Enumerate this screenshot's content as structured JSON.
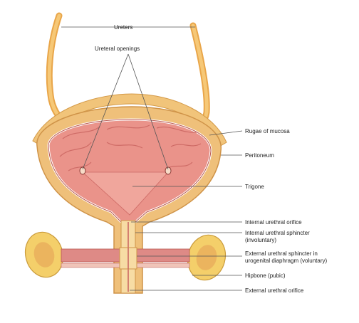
{
  "labels": {
    "ureters": "Ureters",
    "ureteral_openings": "Ureteral openings",
    "rugae": "Rugae of mucosa",
    "peritoneum": "Peritoneum",
    "trigone": "Trigone",
    "internal_orifice": "Internal urethral orifice",
    "internal_sphincter_1": "Internal urethral sphincter",
    "internal_sphincter_2": "(involuntary)",
    "external_sphincter_1": "External urethral sphincter in",
    "external_sphincter_2": "urogenital diaphragm (voluntary)",
    "hipbone": "Hipbone (pubic)",
    "external_orifice": "External urethral orifice"
  },
  "colors": {
    "wall_outer": "#efc07a",
    "wall_inner": "#f7dca4",
    "mucosa": "#e98f86",
    "mucosa_dark": "#c8625e",
    "ureter": "#f2b85e",
    "bone": "#f4cf6a",
    "bone_marrow": "#d88a58",
    "muscle": "#d97a7a",
    "leader": "#555555"
  }
}
